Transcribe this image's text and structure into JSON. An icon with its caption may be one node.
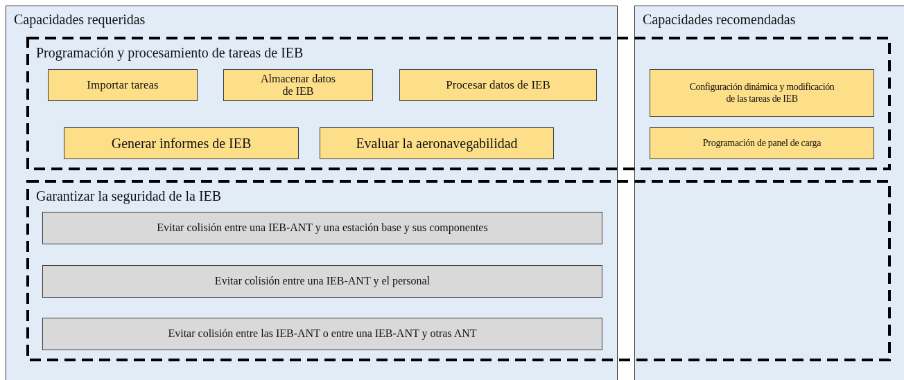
{
  "diagram": {
    "nodes": [
      {
        "text": [
          "Capacidades requeridas"
        ]
      },
      {
        "text": [
          "Capacidades recomendadas"
        ]
      },
      {
        "text": [
          "Programación y procesamiento de tareas de IEB"
        ]
      },
      {
        "text": [
          "Importar tareas"
        ]
      },
      {
        "text": [
          "Almacenar datos de IEB"
        ]
      },
      {
        "text": [
          "Procesar datos de IEB"
        ]
      },
      {
        "text": [
          "Configuración dinámica y modificación de las tareas de IEB"
        ]
      },
      {
        "text": [
          "Generar informes de IEB"
        ]
      },
      {
        "text": [
          "Evaluar la aeronavegabilidad"
        ]
      },
      {
        "text": [
          "Programación de panel de carga"
        ]
      },
      {
        "text": [
          "Garantizar la seguridad de la IEB"
        ]
      },
      {
        "text": [
          "Evitar colisión entre una IEB-ANT y una estación base y sus componentes"
        ]
      },
      {
        "text": [
          "Evitar colisión entre una IEB-ANT y el personal"
        ]
      },
      {
        "text": [
          "Evitar colisión entre las IEB-ANT o entre una IEB-ANT y otras ANT"
        ]
      }
    ]
  }
}
